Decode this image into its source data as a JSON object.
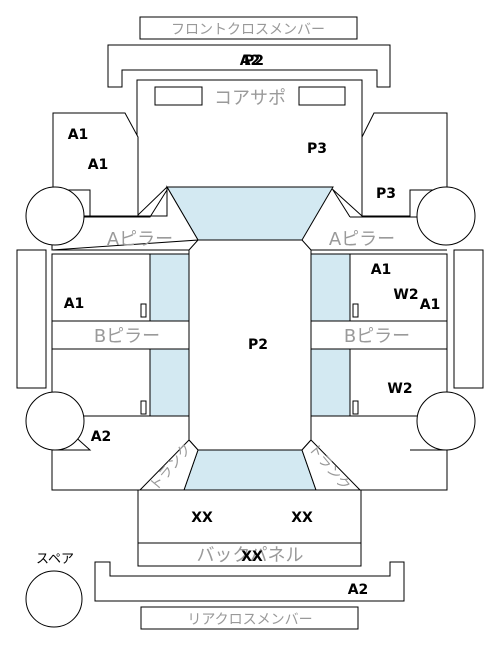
{
  "labels": {
    "front_cross_member": "フロントクロスメンバー",
    "core_support": "コアサポ",
    "a_pillar_left": "Aピラー",
    "a_pillar_right": "Aピラー",
    "b_pillar_left": "Bピラー",
    "b_pillar_right": "Bピラー",
    "trunk_left": "トランク",
    "trunk_right": "トランク",
    "back_panel": "バックパネル",
    "rear_cross_member": "リアクロスメンバー",
    "spare": "スペア"
  },
  "codes": {
    "front_member_overlap": "A2",
    "front_member_overlap_2": "P2",
    "front_left_fender_1": "A1",
    "front_left_fender_2": "A1",
    "hood": "P3",
    "front_right_fender": "P3",
    "left_front_door": "A1",
    "roof": "P2",
    "right_front_door_1": "A1",
    "right_front_door_w": "W2",
    "right_front_door_2": "A1",
    "right_rear_door": "W2",
    "left_rear_quarter": "A2",
    "trunk_left": "XX",
    "trunk_right": "XX",
    "back_panel": "XX",
    "rear_member": "A2"
  }
}
